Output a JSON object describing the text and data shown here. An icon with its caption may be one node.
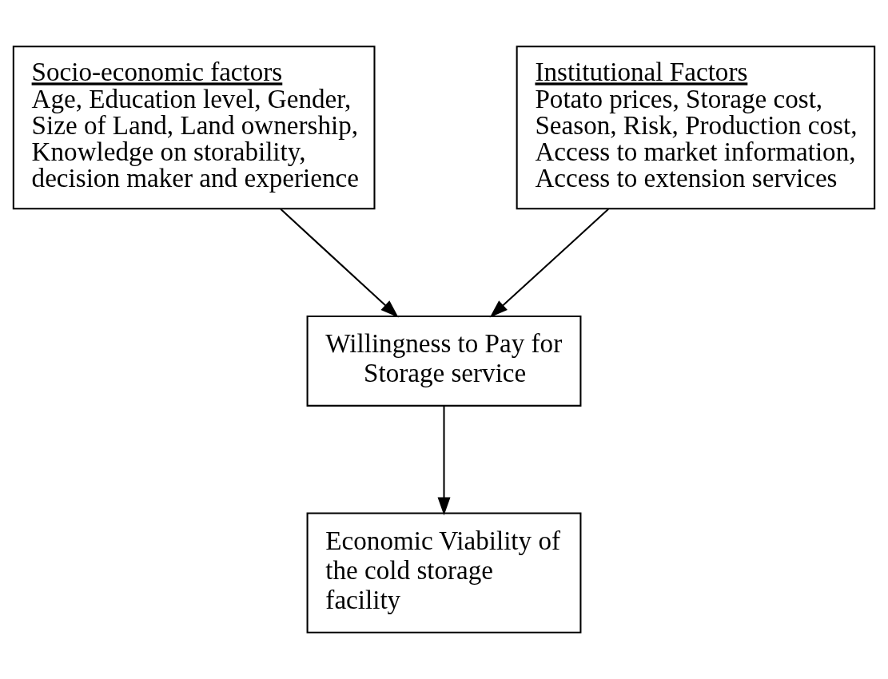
{
  "diagram": {
    "nodes": [
      {
        "text": [
          "Socio-economic factors",
          "Age, Education level, Gender, Size of Land, Land ownership, Knowledge on storability, decision maker and experience"
        ]
      },
      {
        "text": [
          "Institutional Factors",
          "Potato prices, Storage cost, Season, Risk, Production cost, Access to market information, Access to extension services"
        ]
      },
      {
        "text": [
          "Willingness to Pay for Storage service"
        ]
      },
      {
        "text": [
          "Economic Viability of the cold storage facility"
        ]
      }
    ],
    "edges": [
      {
        "from": 0,
        "to": 2,
        "arrow": "to"
      },
      {
        "from": 1,
        "to": 2,
        "arrow": "to"
      },
      {
        "from": 2,
        "to": 3,
        "arrow": "to"
      }
    ]
  }
}
